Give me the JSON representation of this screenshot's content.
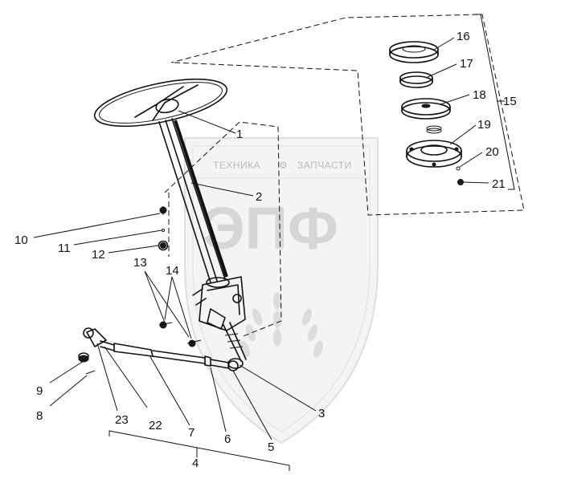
{
  "watermark": {
    "tagline_left": "ТЕХНИКА",
    "tagline_right": "ЗАПЧАСТИ",
    "logo": "ЭПФ"
  },
  "callouts": {
    "c1": "1",
    "c2": "2",
    "c3": "3",
    "c4": "4",
    "c5": "5",
    "c6": "6",
    "c7": "7",
    "c8": "8",
    "c9": "9",
    "c10": "10",
    "c11": "11",
    "c12": "12",
    "c13": "13",
    "c14": "14",
    "c15": "15",
    "c16": "16",
    "c17": "17",
    "c18": "18",
    "c19": "19",
    "c20": "20",
    "c21": "21",
    "c22": "22",
    "c23": "23"
  }
}
